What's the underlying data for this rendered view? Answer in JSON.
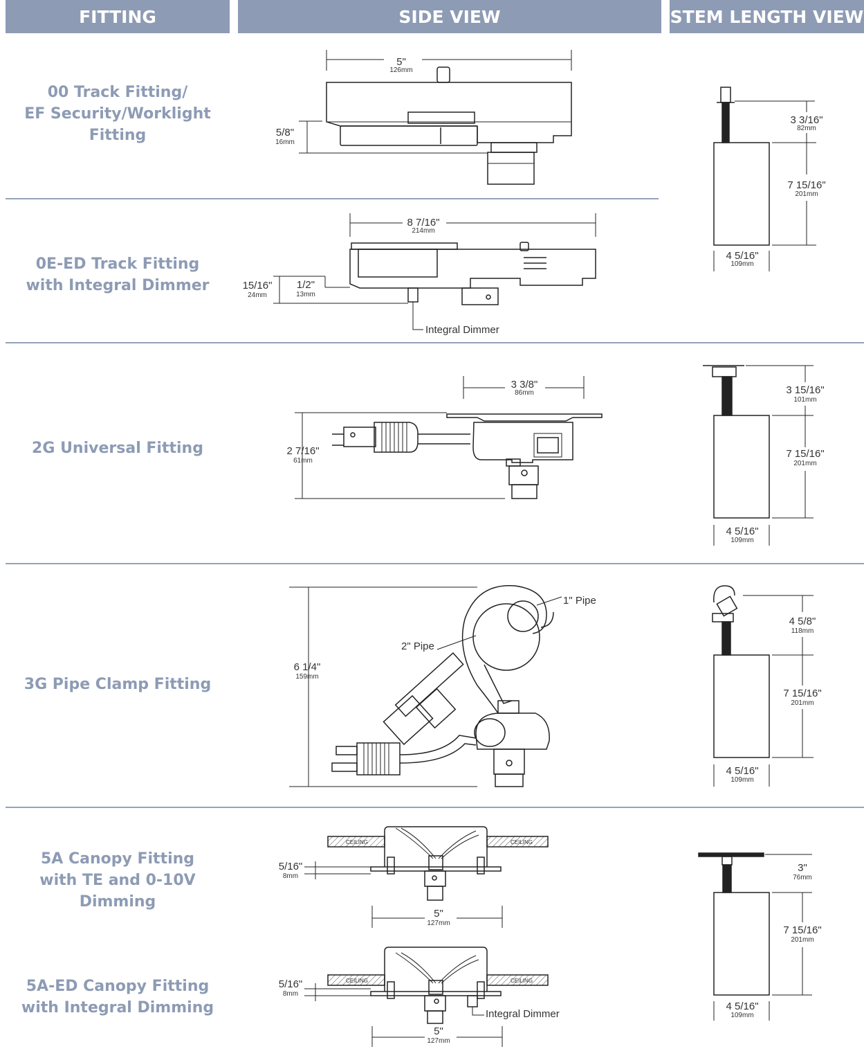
{
  "headers": {
    "fitting": "FITTING",
    "side_view": "SIDE VIEW",
    "stem_length_view": "STEM LENGTH VIEW"
  },
  "rows": [
    {
      "label_lines": [
        "00 Track Fitting/",
        "EF Security/Worklight",
        "Fitting"
      ],
      "side": {
        "width": {
          "in": "5\"",
          "mm": "126mm"
        },
        "height": {
          "in": "5/8\"",
          "mm": "16mm"
        }
      }
    },
    {
      "label_lines": [
        "0E-ED  Track Fitting",
        "with Integral Dimmer"
      ],
      "side": {
        "width": {
          "in": "8 7/16\"",
          "mm": "214mm"
        },
        "height": {
          "in": "15/16\"",
          "mm": "24mm"
        },
        "height2": {
          "in": "1/2\"",
          "mm": "13mm"
        },
        "callout": "Integral Dimmer"
      }
    },
    {
      "label_lines": [
        "2G Universal Fitting"
      ],
      "side": {
        "width": {
          "in": "3 3/8\"",
          "mm": "86mm"
        },
        "height": {
          "in": "2 7/16\"",
          "mm": "61mm"
        }
      }
    },
    {
      "label_lines": [
        "3G Pipe Clamp Fitting"
      ],
      "side": {
        "height": {
          "in": "6 1/4\"",
          "mm": "159mm"
        },
        "callout_pipe1": "1\" Pipe",
        "callout_pipe2": "2\" Pipe"
      }
    },
    {
      "label_lines": [
        "5A Canopy Fitting",
        "with TE and 0-10V",
        "Dimming"
      ],
      "side": {
        "width": {
          "in": "5\"",
          "mm": "127mm"
        },
        "height": {
          "in": "5/16\"",
          "mm": "8mm"
        },
        "ceiling": "CEILING"
      }
    },
    {
      "label_lines": [
        "5A-ED Canopy Fitting",
        "with Integral Dimming"
      ],
      "side": {
        "width": {
          "in": "5\"",
          "mm": "127mm"
        },
        "height": {
          "in": "5/16\"",
          "mm": "8mm"
        },
        "ceiling": "CEILING",
        "callout": "Integral Dimmer"
      }
    }
  ],
  "stems": [
    {
      "stem": {
        "in": "3 3/16\"",
        "mm": "82mm"
      },
      "body": {
        "in": "7 15/16\"",
        "mm": "201mm"
      },
      "width": {
        "in": "4 5/16\"",
        "mm": "109mm"
      }
    },
    {
      "stem": {
        "in": "3 15/16\"",
        "mm": "101mm"
      },
      "body": {
        "in": "7 15/16\"",
        "mm": "201mm"
      },
      "width": {
        "in": "4 5/16\"",
        "mm": "109mm"
      }
    },
    {
      "stem": {
        "in": "4 5/8\"",
        "mm": "118mm"
      },
      "body": {
        "in": "7 15/16\"",
        "mm": "201mm"
      },
      "width": {
        "in": "4 5/16\"",
        "mm": "109mm"
      }
    },
    {
      "stem": {
        "in": "3\"",
        "mm": "76mm"
      },
      "body": {
        "in": "7 15/16\"",
        "mm": "201mm"
      },
      "width": {
        "in": "4 5/16\"",
        "mm": "109mm"
      }
    }
  ]
}
